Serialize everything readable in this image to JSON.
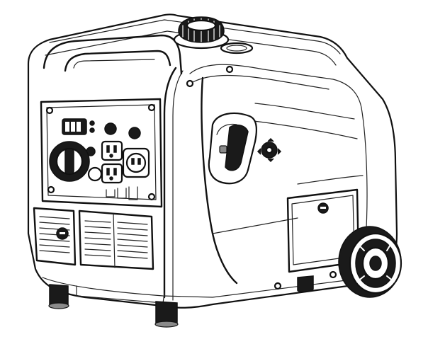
{
  "image": {
    "kind": "line-drawing",
    "subject": "portable-inverter-generator",
    "colors": {
      "line": "#111111",
      "background": "#ffffff",
      "shade": "#8a8a8a"
    },
    "parts": [
      "fuel-cap-icon",
      "carry-handle",
      "control-panel",
      "digital-display",
      "ac-outlet-icon",
      "engine-switch-knob-icon",
      "side-handle",
      "fuel-valve-knob-icon",
      "maintenance-door",
      "door-lock-icon",
      "wheel-icon",
      "front-vent-grille",
      "support-foot"
    ]
  }
}
